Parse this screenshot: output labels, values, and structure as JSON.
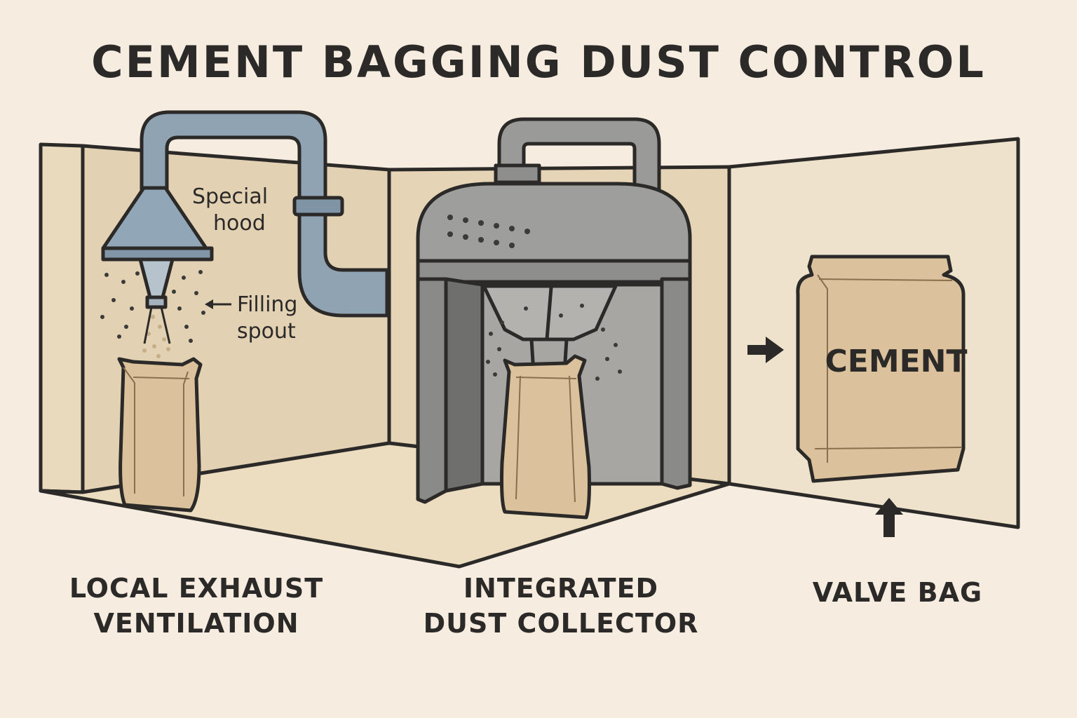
{
  "title": "CEMENT BAGGING DUST CONTROL",
  "callouts": {
    "special_hood": [
      "Special",
      "hood"
    ],
    "filling_spout": [
      "Filling",
      "spout"
    ]
  },
  "bag_text": "CEMENT",
  "sections": {
    "local_exhaust": [
      "LOCAL EXHAUST",
      "VENTILATION"
    ],
    "dust_collector": [
      "INTEGRATED",
      "DUST COLLECTOR"
    ],
    "valve_bag": [
      "VALVE BAG"
    ]
  },
  "colors": {
    "background": "#f6ecdf",
    "wall": "#e3d1b3",
    "floor": "#ead9bd",
    "duct_blue": "#8fa3b3",
    "collector_gray": "#8e8e8c",
    "bag": "#dcc29c",
    "outline": "#2b2a28"
  },
  "icons": [
    "arrow-right-icon",
    "arrow-up-icon",
    "arrow-left-icon"
  ]
}
